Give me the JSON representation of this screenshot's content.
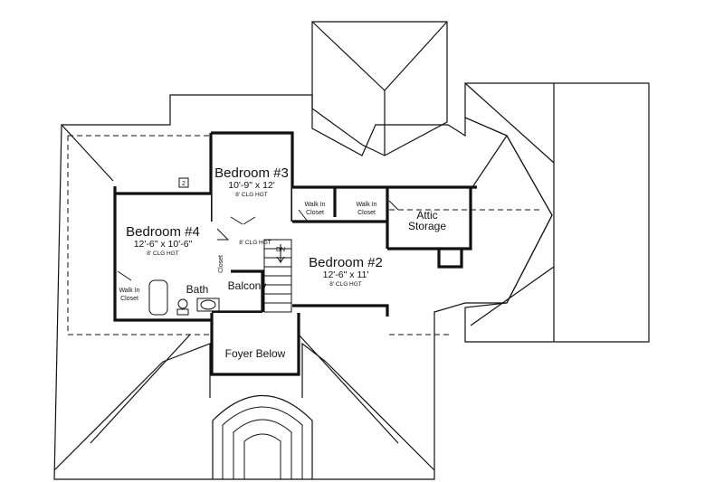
{
  "rooms": {
    "bedroom3": {
      "name": "Bedroom #3",
      "dims": "10'-9\" x 12'",
      "ceiling": "8' CLG HGT"
    },
    "bedroom4": {
      "name": "Bedroom #4",
      "dims": "12'-6\" x 10'-6\"",
      "ceiling": "8' CLG HGT"
    },
    "bedroom2": {
      "name": "Bedroom #2",
      "dims": "12'-6\" x 11'",
      "ceiling": "8' CLG HGT"
    },
    "attic": {
      "line1": "Attic",
      "line2": "Storage"
    },
    "walkin_b3": {
      "line1": "Walk In",
      "line2": "Closet"
    },
    "walkin_b2": {
      "line1": "Walk In",
      "line2": "Closet"
    },
    "walkin_b4": {
      "line1": "Walk In",
      "line2": "Closet"
    },
    "bath": "Bath",
    "closet": "Closet",
    "balcony": "Balcony",
    "balcony_ceiling": "8' CLG HGT",
    "foyer": "Foyer Below",
    "stair_dn": "DN",
    "tag": "2"
  },
  "colors": {
    "line": "#111111",
    "background": "#ffffff"
  }
}
